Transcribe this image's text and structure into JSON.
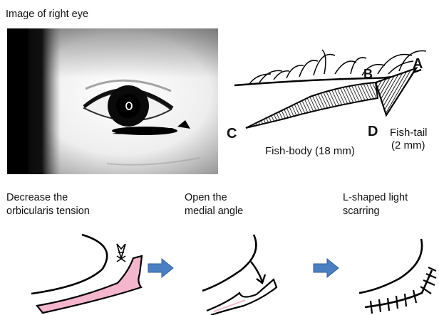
{
  "photo": {
    "caption": "Image of right eye"
  },
  "sketch": {
    "points": {
      "a": "A",
      "b": "B",
      "c": "C",
      "d": "D"
    },
    "fish_tail_line1": "Fish-tail",
    "fish_tail_line2": "(2 mm)",
    "fish_body": "Fish-body (18 mm)"
  },
  "steps": [
    {
      "line1": "Decrease the",
      "line2": "orbicularis tension"
    },
    {
      "line1": "Open the",
      "line2": "medial angle"
    },
    {
      "line1": "L-shaped light",
      "line2": "scarring"
    }
  ],
  "colors": {
    "arrow": "#4a7fc1",
    "pink": "#f4b6cc",
    "ink": "#111111"
  },
  "icons": [
    "right-arrow-icon",
    "right-arrow-icon",
    "downward-arrow-icon"
  ]
}
